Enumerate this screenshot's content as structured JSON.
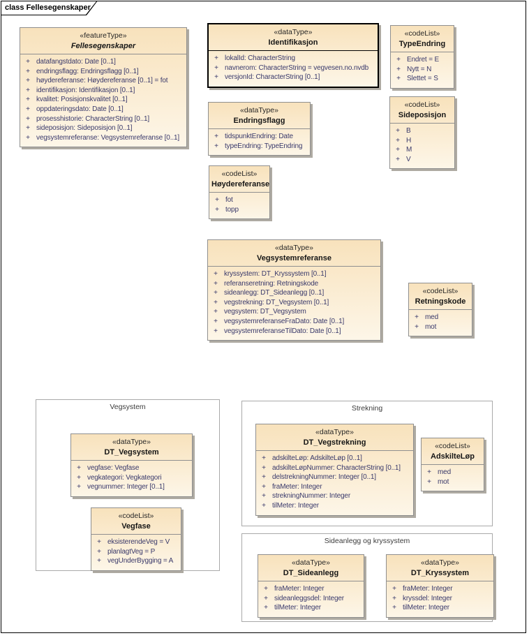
{
  "ui": {
    "frame_label": "class Fellesegenskaper",
    "visibility_symbol": "+"
  },
  "colors": {
    "box_border": "#8f8f8f",
    "box_fill_top": "#f8e2bc",
    "box_fill_bottom": "#fdf6e8",
    "shadow": "#aeaaa2",
    "attr_text": "#39396b",
    "name_text": "#161616",
    "frame_border": "#a9a9a9",
    "emphasis_border": "#000000"
  },
  "packages": [
    {
      "label": "Vegsystem"
    },
    {
      "label": "Strekning"
    },
    {
      "label": "Sideanlegg og kryssystem"
    }
  ],
  "classes": [
    {
      "stereotype": "«featureType»",
      "name": "Fellesegenskaper",
      "attributes": [
        "datafangstdato: Date [0..1]",
        "endringsflagg: Endringsflagg [0..1]",
        "høydereferanse: Høydereferanse [0..1] = fot",
        "identifikasjon: Identifikasjon [0..1]",
        "kvalitet: Posisjonskvalitet [0..1]",
        "oppdateringsdato: Date [0..1]",
        "prosesshistorie: CharacterString [0..1]",
        "sideposisjon: Sideposisjon [0..1]",
        "vegsystemreferanse: Vegsystemreferanse [0..1]"
      ]
    },
    {
      "stereotype": "«dataType»",
      "name": "Identifikasjon",
      "attributes": [
        "lokalId: CharacterString",
        "navnerom: CharacterString = vegvesen.no.nvdb",
        "versjonId: CharacterString [0..1]"
      ]
    },
    {
      "stereotype": "«codeList»",
      "name": "TypeEndring",
      "attributes": [
        "Endret = E",
        "Nytt = N",
        "Slettet = S"
      ]
    },
    {
      "stereotype": "«codeList»",
      "name": "Sideposisjon",
      "attributes": [
        "B",
        "H",
        "M",
        "V"
      ]
    },
    {
      "stereotype": "«dataType»",
      "name": "Endringsflagg",
      "attributes": [
        "tidspunktEndring: Date",
        "typeEndring: TypeEndring"
      ]
    },
    {
      "stereotype": "«codeList»",
      "name": "Høydereferanse",
      "attributes": [
        "fot",
        "topp"
      ]
    },
    {
      "stereotype": "«dataType»",
      "name": "Vegsystemreferanse",
      "attributes": [
        "kryssystem: DT_Kryssystem [0..1]",
        "referanseretning: Retningskode",
        "sideanlegg: DT_Sideanlegg [0..1]",
        "vegstrekning: DT_Vegsystem [0..1]",
        "vegsystem: DT_Vegsystem",
        "vegsystemreferanseFraDato: Date [0..1]",
        "vegsystemreferanseTilDato: Date [0..1]"
      ]
    },
    {
      "stereotype": "«codeList»",
      "name": "Retningskode",
      "attributes": [
        "med",
        "mot"
      ]
    },
    {
      "stereotype": "«dataType»",
      "name": "DT_Vegsystem",
      "attributes": [
        "vegfase: Vegfase",
        "vegkategori: Vegkategori",
        "vegnummer: Integer [0..1]"
      ]
    },
    {
      "stereotype": "«codeList»",
      "name": "Vegfase",
      "attributes": [
        "eksisterendeVeg = V",
        "planlagtVeg = P",
        "vegUnderBygging = A"
      ]
    },
    {
      "stereotype": "«dataType»",
      "name": "DT_Vegstrekning",
      "attributes": [
        "adskilteLøp: AdskilteLøp [0..1]",
        "adskilteLøpNummer: CharacterString [0..1]",
        "delstrekningNummer: Integer [0..1]",
        "fraMeter: Integer",
        "strekningNummer: Integer",
        "tilMeter: Integer"
      ]
    },
    {
      "stereotype": "«codeList»",
      "name": "AdskilteLøp",
      "attributes": [
        "med",
        "mot"
      ]
    },
    {
      "stereotype": "«dataType»",
      "name": "DT_Sideanlegg",
      "attributes": [
        "fraMeter: Integer",
        "sideanleggsdel: Integer",
        "tilMeter: Integer"
      ]
    },
    {
      "stereotype": "«dataType»",
      "name": "DT_Kryssystem",
      "attributes": [
        "fraMeter: Integer",
        "kryssdel: Integer",
        "tilMeter: Integer"
      ]
    }
  ]
}
